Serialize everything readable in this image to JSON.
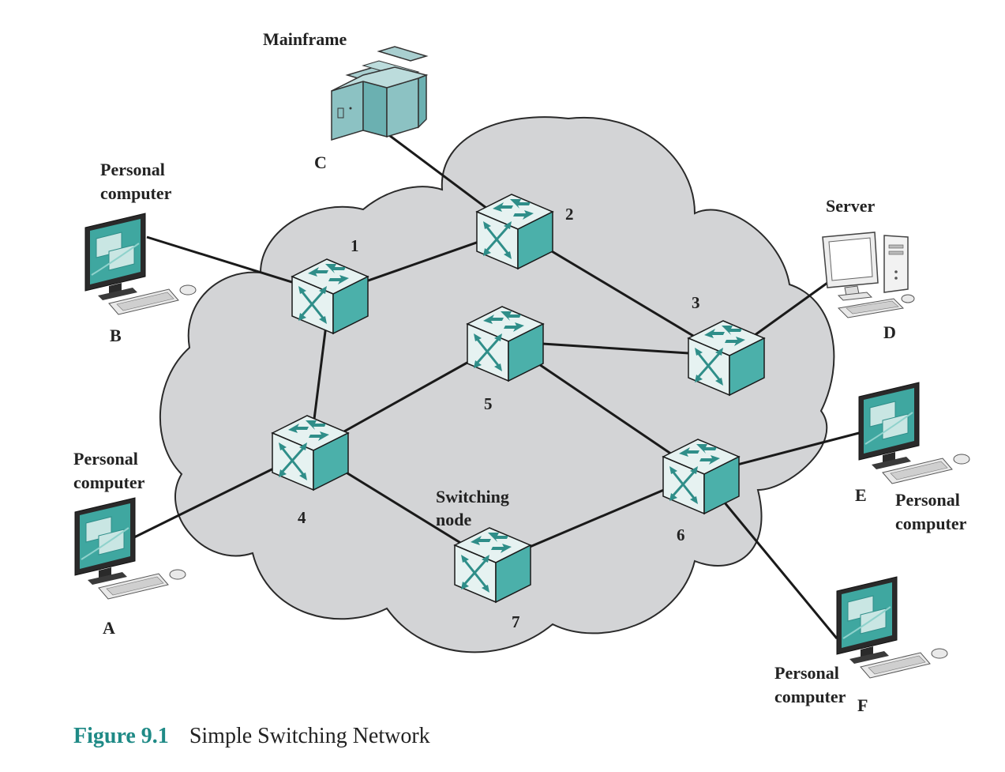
{
  "figure": {
    "caption_number": "Figure 9.1",
    "caption_title": "Simple Switching Network"
  },
  "colors": {
    "cloud_fill": "#d3d4d6",
    "switch_teal": "#4bb0aa",
    "switch_dark": "#2f8e89",
    "switch_light": "#e6f2f1",
    "caption_accent": "#1f8a86"
  },
  "nodes": [
    {
      "id": "1",
      "label": "1"
    },
    {
      "id": "2",
      "label": "2"
    },
    {
      "id": "3",
      "label": "3"
    },
    {
      "id": "4",
      "label": "4"
    },
    {
      "id": "5",
      "label": "5"
    },
    {
      "id": "6",
      "label": "6"
    },
    {
      "id": "7",
      "label": "7"
    }
  ],
  "switching_node_label": "Switching node",
  "stations": {
    "A": {
      "letter": "A",
      "type": "Personal computer",
      "icon": "personal-computer-icon"
    },
    "B": {
      "letter": "B",
      "type": "Personal computer",
      "icon": "personal-computer-icon"
    },
    "C": {
      "letter": "C",
      "type": "Mainframe",
      "icon": "mainframe-icon"
    },
    "D": {
      "letter": "D",
      "type": "Server",
      "icon": "server-icon"
    },
    "E": {
      "letter": "E",
      "type": "Personal computer",
      "icon": "personal-computer-icon"
    },
    "F": {
      "letter": "F",
      "type": "Personal computer",
      "icon": "personal-computer-icon"
    }
  },
  "links": [
    [
      "1",
      "2"
    ],
    [
      "1",
      "4"
    ],
    [
      "2",
      "3"
    ],
    [
      "3",
      "5"
    ],
    [
      "4",
      "5"
    ],
    [
      "4",
      "7"
    ],
    [
      "5",
      "6"
    ],
    [
      "6",
      "7"
    ],
    [
      "C",
      "2"
    ],
    [
      "B",
      "1"
    ],
    [
      "A",
      "4"
    ],
    [
      "D",
      "3"
    ],
    [
      "E",
      "6"
    ],
    [
      "F",
      "6"
    ]
  ]
}
